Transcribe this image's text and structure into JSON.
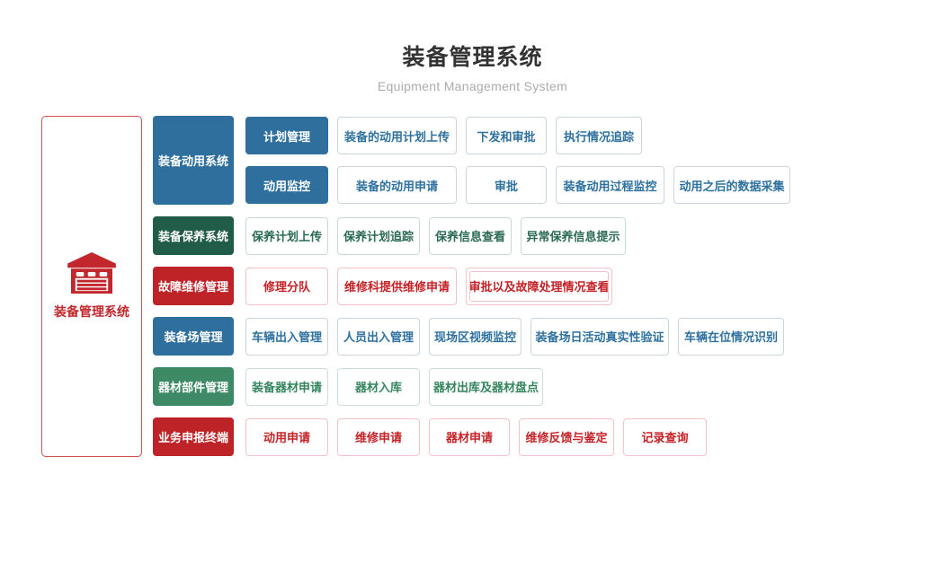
{
  "header": {
    "title": "装备管理系统",
    "subtitle": "Equipment Management System"
  },
  "root": {
    "label": "装备管理系统",
    "icon": "garage-icon",
    "accent_color": "#c1272d"
  },
  "palette": {
    "blue": {
      "fill": "#2e6f9e",
      "text": "#2e719f",
      "line": "#c8d6e0"
    },
    "dark_green": {
      "fill": "#215c48",
      "text": "#2b6a54",
      "line": "#c8dcd2"
    },
    "green": {
      "fill": "#3e8a66",
      "text": "#35855e",
      "line": "#cbdfd4"
    },
    "red": {
      "fill": "#be2328",
      "text": "#c42227",
      "line": "#f0c3c5"
    }
  },
  "branches": [
    {
      "label": "装备动用系统",
      "color": "blue",
      "groups": [
        {
          "label": "计划管理",
          "items": [
            "装备的动用计划上传",
            "下发和审批",
            "执行情况追踪"
          ]
        },
        {
          "label": "动用监控",
          "items": [
            "装备的动用申请",
            "审批",
            "装备动用过程监控",
            "动用之后的数据采集"
          ]
        }
      ]
    },
    {
      "label": "装备保养系统",
      "color": "dark_green",
      "items": [
        "保养计划上传",
        "保养计划追踪",
        "保养信息查看",
        "异常保养信息提示"
      ]
    },
    {
      "label": "故障维修管理",
      "color": "red",
      "items": [
        "修理分队",
        "维修科提供维修申请",
        "审批以及故障处理情况查看"
      ]
    },
    {
      "label": "装备场管理",
      "color": "blue",
      "items": [
        "车辆出入管理",
        "人员出入管理",
        "现场区视频监控",
        "装备场日活动真实性验证",
        "车辆在位情况识别"
      ]
    },
    {
      "label": "器材部件管理",
      "color": "green",
      "items": [
        "装备器材申请",
        "器材入库",
        "器材出库及器材盘点"
      ]
    },
    {
      "label": "业务申报终端",
      "color": "red",
      "items": [
        "动用申请",
        "维修申请",
        "器材申请",
        "维修反馈与鉴定",
        "记录查询"
      ]
    }
  ]
}
